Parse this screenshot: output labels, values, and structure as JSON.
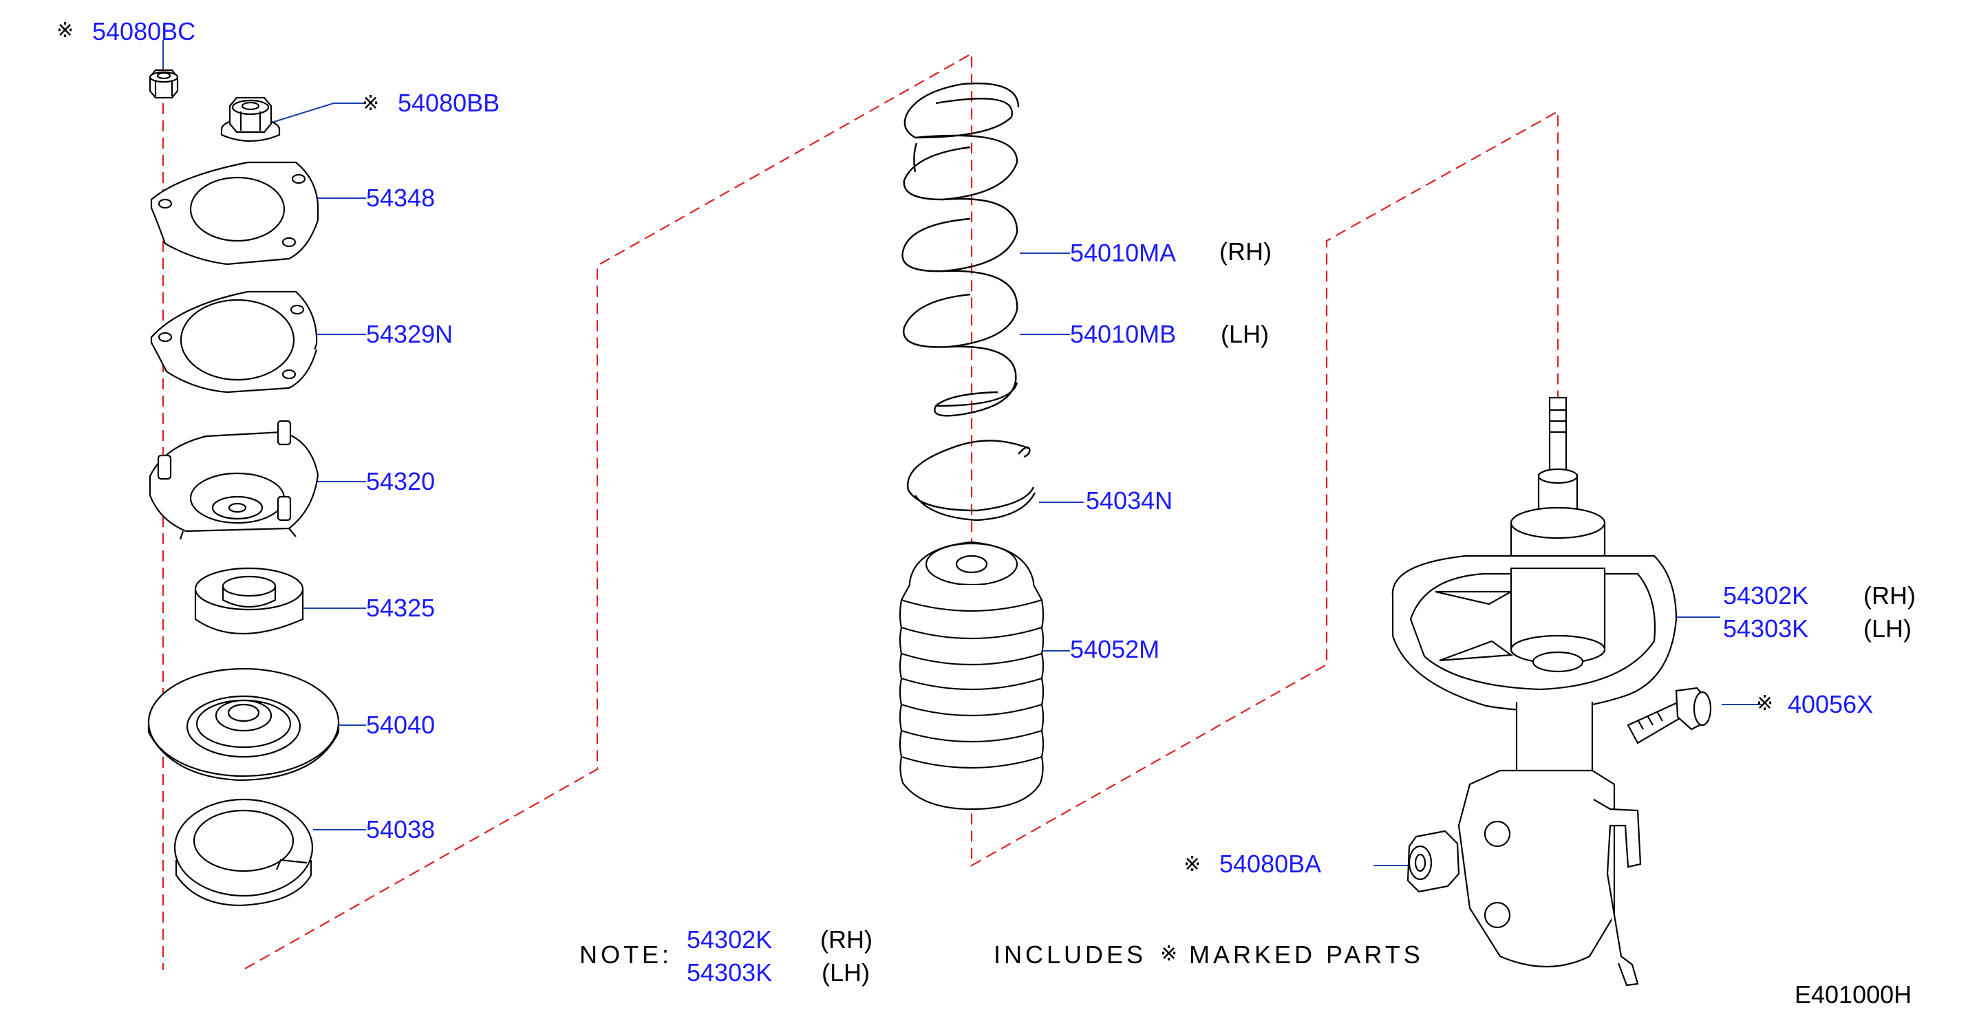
{
  "mark_symbol": "※",
  "labels": {
    "p54080BC": "54080BC",
    "p54080BB": "54080BB",
    "p54348": "54348",
    "p54329N": "54329N",
    "p54320": "54320",
    "p54325": "54325",
    "p54040": "54040",
    "p54038": "54038",
    "p54010MA": "54010MA",
    "p54010MB": "54010MB",
    "p54034N": "54034N",
    "p54052M": "54052M",
    "p54302K": "54302K",
    "p54303K": "54303K",
    "p40056X": "40056X",
    "p54080BA": "54080BA"
  },
  "sides": {
    "rh": "(RH)",
    "lh": "(LH)"
  },
  "note": {
    "prefix": "NOTE:",
    "part_rh": "54302K",
    "side_rh": "(RH)",
    "part_lh": "54303K",
    "side_lh": "(LH)",
    "includes": "INCLUDES",
    "marked_parts": "MARKED  PARTS"
  },
  "diagram_code": "E401000H",
  "colors": {
    "part_number": "#1a1aff",
    "leader": "#1a3fb0",
    "centerline": "#e02020",
    "drawing": "#000000"
  }
}
